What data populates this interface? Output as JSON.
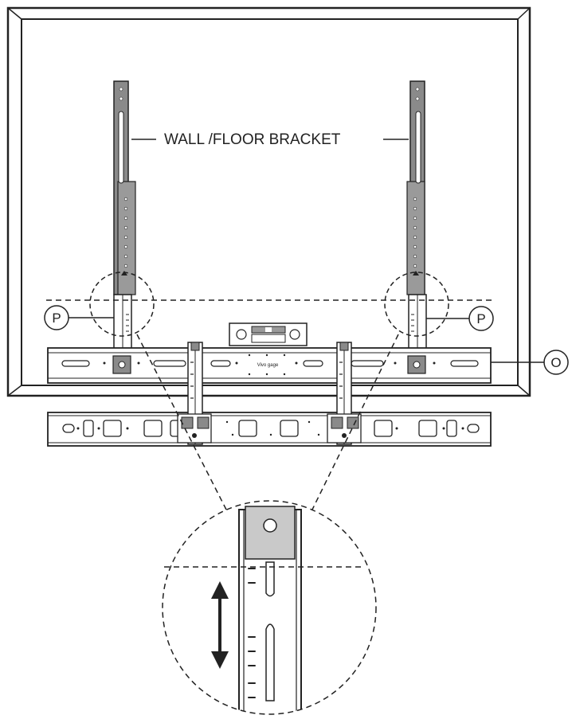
{
  "labels": {
    "bracket": "WALL /FLOOR BRACKET",
    "left_callout": "P",
    "right_callout": "P",
    "crossbar_callout": "O",
    "brand_mark": "Vivo gage"
  },
  "colors": {
    "line": "#222222",
    "steel": "#8a8a8a",
    "plate": "#c9c9c9",
    "background": "#ffffff"
  },
  "icons": {
    "adjust": "double-arrow-vertical-icon",
    "level": "bubble-level-icon"
  }
}
